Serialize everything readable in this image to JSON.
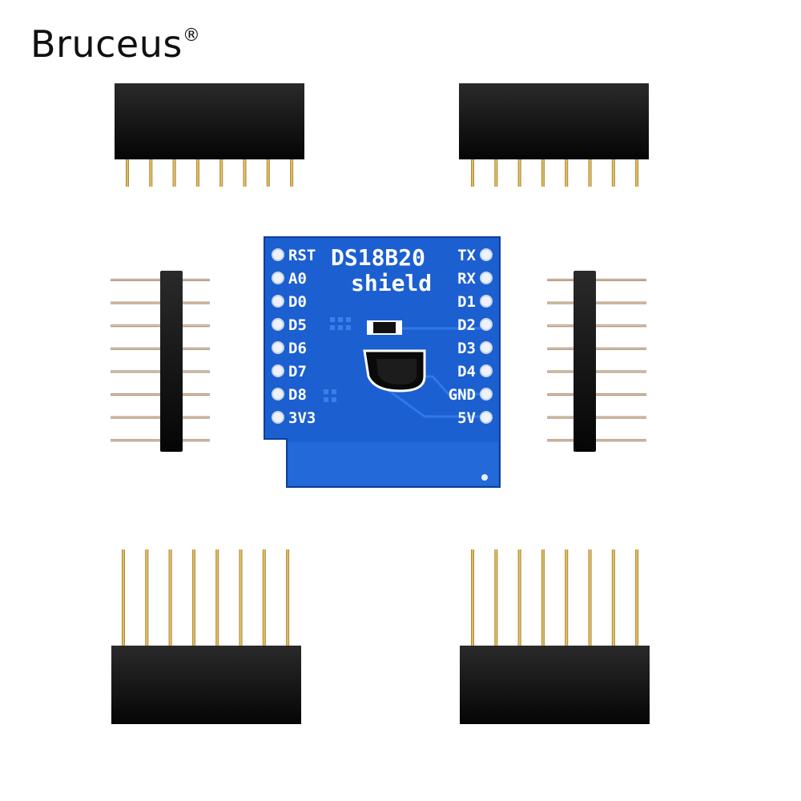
{
  "brand": {
    "name": "Bruceus",
    "mark": "®"
  },
  "board": {
    "title": "DS18B20",
    "subtitle": "shield",
    "left_pins": [
      "RST",
      "A0",
      "D0",
      "D5",
      "D6",
      "D7",
      "D8",
      "3V3"
    ],
    "right_pins": [
      "TX",
      "RX",
      "D1",
      "D2",
      "D3",
      "D4",
      "GND",
      "5V"
    ]
  },
  "colors": {
    "pcb": "#1c5fd0",
    "pin_gold": "#d8b24a",
    "header_black": "#111111"
  },
  "components": [
    "female-header-top-left",
    "female-header-top-right",
    "male-header-left",
    "male-header-right",
    "female-header-bottom-left",
    "female-header-bottom-right",
    "ds18b20-sensor",
    "smd-resistor"
  ]
}
